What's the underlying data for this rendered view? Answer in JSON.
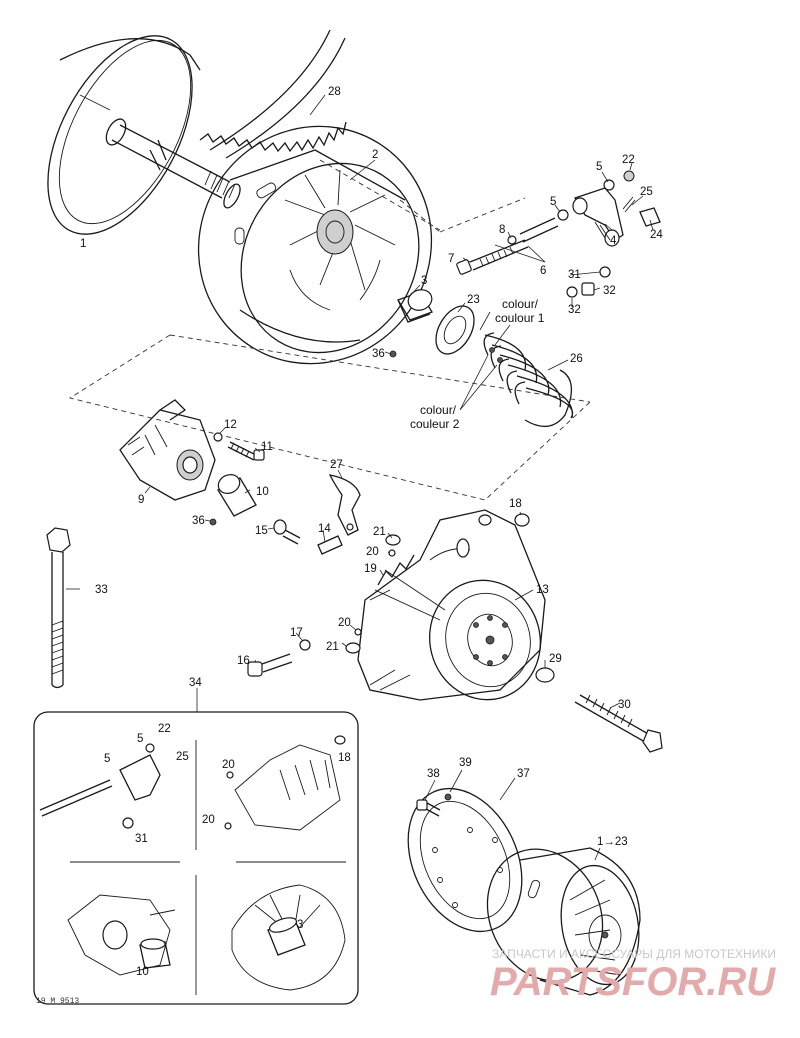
{
  "diagram": {
    "callouts": {
      "c1": "1",
      "c2": "2",
      "c3": "3",
      "c4": "4",
      "c5a": "5",
      "c5b": "5",
      "c6": "6",
      "c7": "7",
      "c8": "8",
      "c9": "9",
      "c10": "10",
      "c11": "11",
      "c12": "12",
      "c13": "13",
      "c14": "14",
      "c15": "15",
      "c16": "16",
      "c17": "17",
      "c18": "18",
      "c19": "19",
      "c20a": "20",
      "c20b": "20",
      "c21a": "21",
      "c21b": "21",
      "c22": "22",
      "c23": "23",
      "c24": "24",
      "c25": "25",
      "c26": "26",
      "c27": "27",
      "c28": "28",
      "c29": "29",
      "c30": "30",
      "c31": "31",
      "c32a": "32",
      "c32b": "32",
      "c33": "33",
      "c34": "34",
      "c36a": "36",
      "c36b": "36",
      "c37": "37",
      "c38": "38",
      "c39": "39",
      "c1to23": "1→23"
    },
    "inset_callouts": {
      "i22": "22",
      "i5a": "5",
      "i5b": "5",
      "i25": "25",
      "i31": "31",
      "i20a": "20",
      "i20b": "20",
      "i18": "18",
      "i3": "3",
      "i10": "10"
    },
    "colour_notes": {
      "colour1_line1": "colour/",
      "colour1_line2": "coulour 1",
      "colour2_line1": "colour/",
      "colour2_line2": "couleur 2"
    },
    "figure_code": "19 M 9513",
    "watermark": {
      "tagline": "ЗАПЧАСТИ И АКСЕССУАРЫ ДЛЯ МОТОТЕХНИКИ",
      "brand": "PARTSFOR.RU"
    },
    "colors": {
      "line": "#1a1a1a",
      "background": "#ffffff",
      "watermark_brand": "#e4a9a9"
    }
  }
}
